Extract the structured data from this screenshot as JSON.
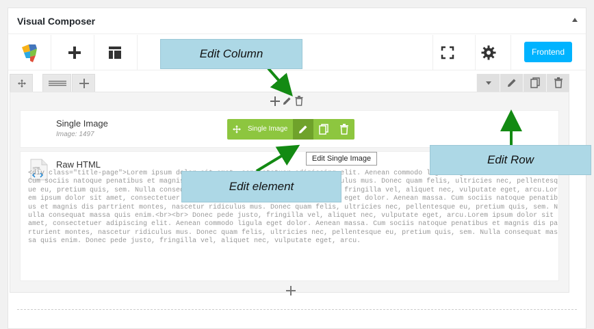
{
  "panel": {
    "title": "Visual Composer"
  },
  "toolbar": {
    "add_element": "plus-icon",
    "templates": "template-icon",
    "fullscreen": "fullscreen-icon",
    "settings": "gear-icon",
    "frontend_label": "Frontend"
  },
  "elements": [
    {
      "title": "Single Image",
      "subtitle": "Image: 1497"
    },
    {
      "title": "Raw HTML",
      "code": "<div class=\"title-page\">Lorem ipsum dolor sit amet, consectetuer adipiscing elit. Aenean commodo ligula eget dolor. Aenean massa. Cum sociis natoque penatibus et magnis dis parturient montes, nascetur ridiculus mus. Donec quam felis, ultricies nec, pellentesque eu, pretium quis, sem. Nulla consequat massa quis enim. Donec pede justo, fringilla vel, aliquet nec, vulputate eget, arcu.Lorem ipsum dolor sit amet, consectetuer adipiscing elit. Aenean commodo ligula eget dolor. Aenean massa. Cum sociis natoque penatibus et magnis dis partrient montes, nascetur ridiculus mus. Donec quam felis, ultricies nec, pellentesque eu, pretium quis, sem. Nulla consequat massa quis enim.<br><br> Donec pede justo, fringilla vel, aliquet nec, vulputate eget, arcu.Lorem ipsum dolor sit amet, consectetuer adipiscing elit. Aenean commodo ligula eget dolor. Aenean massa. Cum sociis natoque penatibus et magnis dis parturient montes, nascetur ridiculus mus. Donec quam felis, ultricies nec, pellentesque eu, pretium quis, sem. Nulla consequat massa quis enim. Donec pede justo, fringilla vel, aliquet nec, vulputate eget, arcu."
    }
  ],
  "element_controls": {
    "name": "Single Image"
  },
  "tooltip": "Edit Single Image",
  "callouts": {
    "edit_column": "Edit Column",
    "edit_element": "Edit element",
    "edit_row": "Edit Row"
  },
  "colors": {
    "accent": "#00b3ff",
    "element_green": "#8dc63f",
    "element_green_dark": "#6fa22b",
    "callout": "#add8e6",
    "arrow": "#138a13"
  }
}
